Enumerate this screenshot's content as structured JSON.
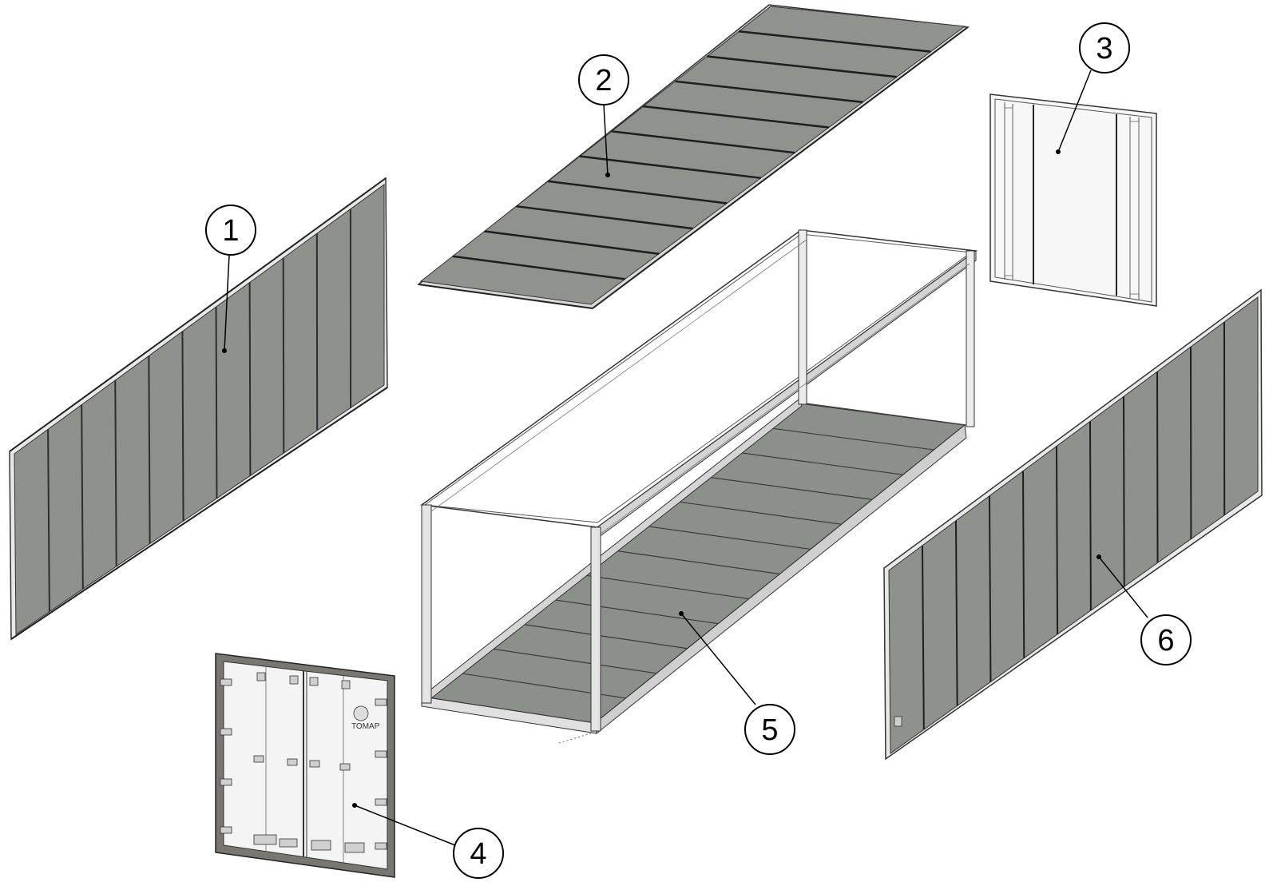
{
  "diagram": {
    "callouts": [
      {
        "id": "1",
        "label": "1",
        "part": "side-wall-left"
      },
      {
        "id": "2",
        "label": "2",
        "part": "roof-panel"
      },
      {
        "id": "3",
        "label": "3",
        "part": "front-wall"
      },
      {
        "id": "4",
        "label": "4",
        "part": "rear-doors"
      },
      {
        "id": "5",
        "label": "5",
        "part": "base-frame-floor"
      },
      {
        "id": "6",
        "label": "6",
        "part": "side-wall-right"
      }
    ],
    "logo_text": "TOMAP"
  },
  "colors": {
    "panel_fill": "#8e918c",
    "panel_dark": "#5e615d",
    "frame_fill": "#e6e6e6",
    "line": "#2a2a2a",
    "door_frame": "#7a7672"
  }
}
